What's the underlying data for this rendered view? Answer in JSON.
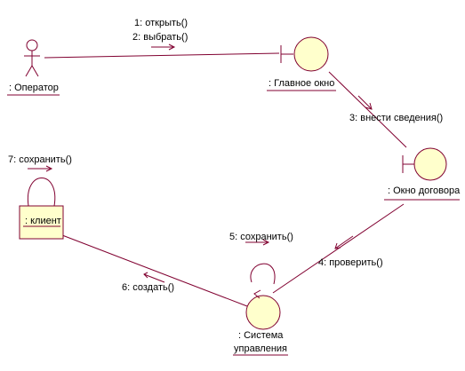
{
  "diagram": {
    "actor_label": ": Оператор",
    "main_window_label": ": Главное окно",
    "contract_window_label": ": Окно договора",
    "control_label_line1": ": Система",
    "control_label_line2": "управления",
    "client_label": ": клиент",
    "messages": {
      "m1": "1: открыть()",
      "m2": "2: выбрать()",
      "m3": "3: внести сведения()",
      "m4": "4: проверить()",
      "m5": "5: сохранить()",
      "m6": "6: создать()",
      "m7": "7: сохранить()"
    },
    "colors": {
      "line": "#800030",
      "fill": "#ffffcc"
    }
  }
}
